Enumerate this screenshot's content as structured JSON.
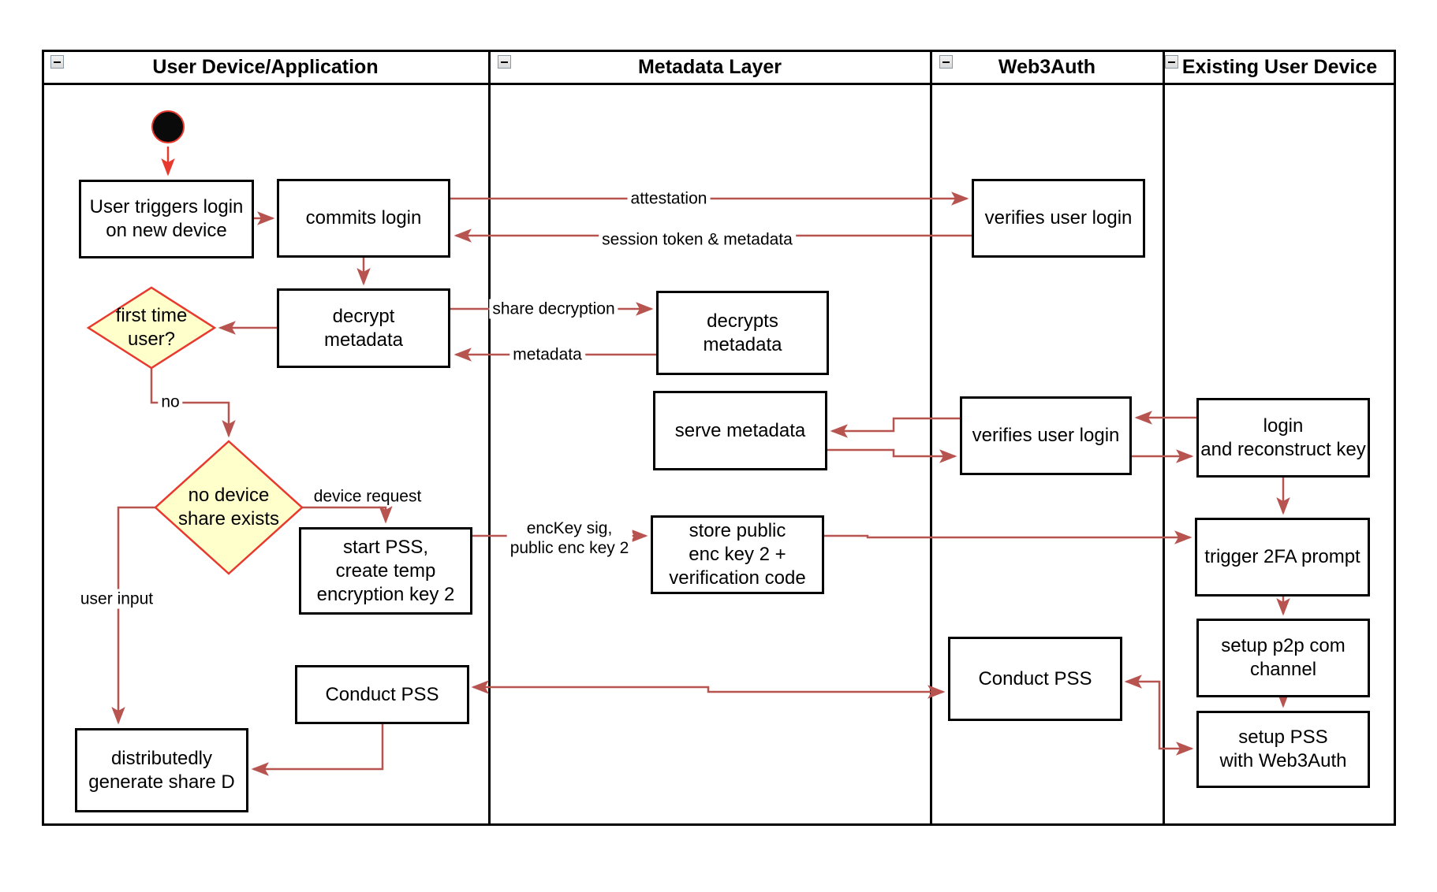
{
  "lanes": [
    {
      "title": "User Device/Application"
    },
    {
      "title": "Metadata Layer"
    },
    {
      "title": "Web3Auth"
    },
    {
      "title": "Existing User Device"
    }
  ],
  "nodes": {
    "user_triggers": {
      "label": "User triggers login\non new device"
    },
    "commits_login": {
      "label": "commits login"
    },
    "decrypt_metadata": {
      "label": "decrypt\nmetadata"
    },
    "first_time_user": {
      "label": "first time\nuser?"
    },
    "no_device_share": {
      "label": "no device\nshare exists"
    },
    "start_pss": {
      "label": "start PSS,\ncreate temp\nencryption key 2"
    },
    "conduct_pss_user": {
      "label": "Conduct PSS"
    },
    "distributedly_generate": {
      "label": "distributedly\ngenerate share D"
    },
    "decrypts_metadata": {
      "label": "decrypts\nmetadata"
    },
    "serve_metadata": {
      "label": "serve metadata"
    },
    "store_public": {
      "label": "store public\nenc key 2 +\nverification code"
    },
    "verifies_login_1": {
      "label": "verifies user login"
    },
    "verifies_login_2": {
      "label": "verifies user login"
    },
    "conduct_pss_web3": {
      "label": "Conduct PSS"
    },
    "login_reconstruct": {
      "label": "login\nand reconstruct key"
    },
    "trigger_2fa": {
      "label": "trigger 2FA prompt"
    },
    "setup_p2p": {
      "label": "setup p2p com\nchannel"
    },
    "setup_pss": {
      "label": "setup PSS\nwith Web3Auth"
    }
  },
  "edge_labels": {
    "attestation": "attestation",
    "session_token": "session token & metadata",
    "share_decryption": "share decryption",
    "metadata": "metadata",
    "no": "no",
    "device_request": "device request",
    "user_input": "user input",
    "enckey": "encKey sig,\npublic enc key 2"
  },
  "colors": {
    "connector": "#B85450",
    "accent_red": "#E8392E",
    "diamond_fill": "#FFFFCC",
    "line": "#000000",
    "background": "#FFFFFF"
  }
}
